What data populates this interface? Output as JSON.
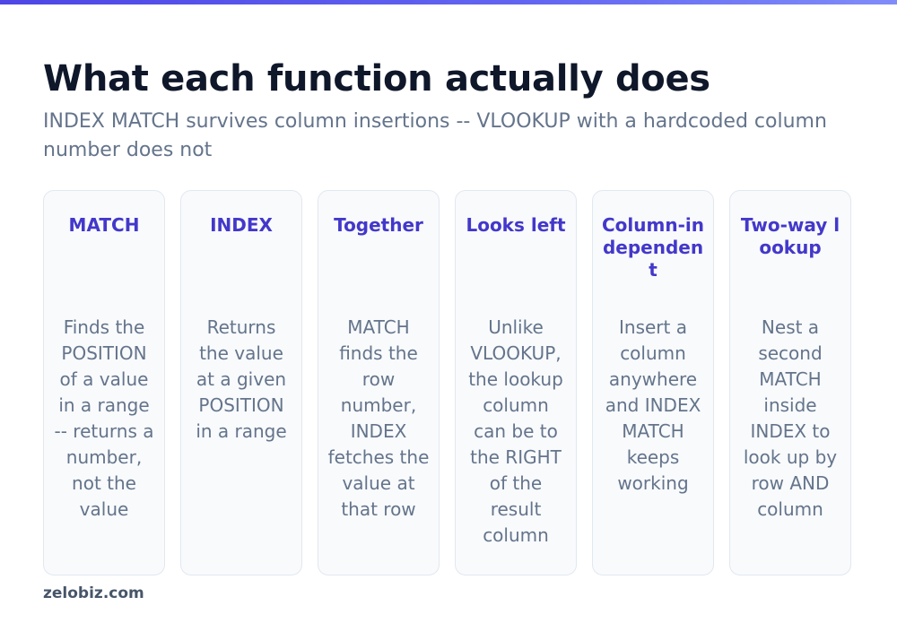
{
  "header": {
    "title": "What each function actually does",
    "subtitle": "INDEX MATCH survives column insertions -- VLOOKUP with a hardcoded column number does not"
  },
  "cards": [
    {
      "title": "MATCH",
      "body": "Finds the POSITION of a value in a range -- returns a number, not the value"
    },
    {
      "title": "INDEX",
      "body": "Returns the value at a given POSITION in a range"
    },
    {
      "title": "Together",
      "body": "MATCH finds the row number, INDEX fetches the value at that row"
    },
    {
      "title": "Looks left",
      "body": "Unlike VLOOKUP, the lookup column can be to the RIGHT of the result column"
    },
    {
      "title": "Column-independent",
      "body": "Insert a column anywhere and INDEX MATCH keeps working"
    },
    {
      "title": "Two-way lookup",
      "body": "Nest a second MATCH inside INDEX to look up by row AND column"
    }
  ],
  "footer": {
    "brand": "zelobiz.com"
  },
  "colors": {
    "accent": "#4f46e5",
    "title": "#0f172a",
    "card_title": "#4338ca",
    "muted": "#64748b"
  }
}
